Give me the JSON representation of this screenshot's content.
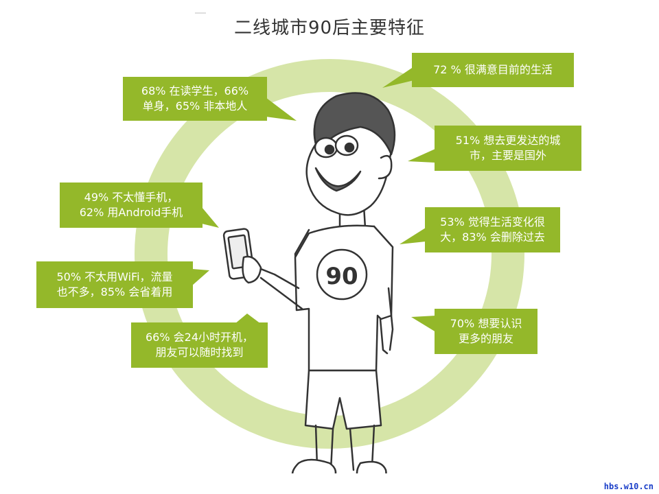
{
  "title": "二线城市90后主要特征",
  "callouts": [
    {
      "id": "c1",
      "text": "72 % 很满意目前的生活"
    },
    {
      "id": "c2",
      "text": "68% 在读学生，66%\n单身，65% 非本地人"
    },
    {
      "id": "c3",
      "text": "51% 想去更发达的城\n市，主要是国外"
    },
    {
      "id": "c4",
      "text": "49% 不太懂手机，\n62% 用Android手机"
    },
    {
      "id": "c5",
      "text": "53% 觉得生活变化很\n大，83% 会删除过去"
    },
    {
      "id": "c6",
      "text": "50% 不太用WiFi，流量\n也不多，85% 会省着用"
    },
    {
      "id": "c7",
      "text": "66% 会24小时开机，\n朋友可以随时找到"
    },
    {
      "id": "c8",
      "text": "70% 想要认识\n更多的朋友"
    }
  ],
  "shirt_number": "90",
  "watermark": "hbs.w10.cn",
  "colors": {
    "callout_bg": "#94b82a",
    "ring": "#d6e5a8",
    "title": "#333333",
    "watermark": "#1a3ec8"
  }
}
